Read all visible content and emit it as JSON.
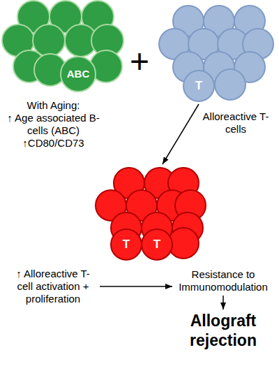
{
  "diagram": {
    "nodes": [
      {
        "text": [
          "ABC"
        ]
      },
      {
        "text": [
          "T",
          "Alloreactive T-cells"
        ]
      },
      {
        "text": [
          "T",
          "T"
        ]
      },
      {
        "text": [
          "↑ Alloreactive T-cell activation + proliferation"
        ]
      },
      {
        "text": [
          "Resistance to Immunomodulation"
        ]
      },
      {
        "text": [
          "Allograft rejection"
        ]
      }
    ],
    "edges": [
      {
        "from": 1,
        "to": 2,
        "arrow": "to"
      },
      {
        "from": 3,
        "to": 4,
        "arrow": "to"
      },
      {
        "from": 4,
        "to": 5,
        "arrow": "to"
      }
    ],
    "labels": [
      "+",
      "With Aging:",
      "↑ Age associated B-cells (ABC)",
      "↑CD80/CD73"
    ]
  }
}
